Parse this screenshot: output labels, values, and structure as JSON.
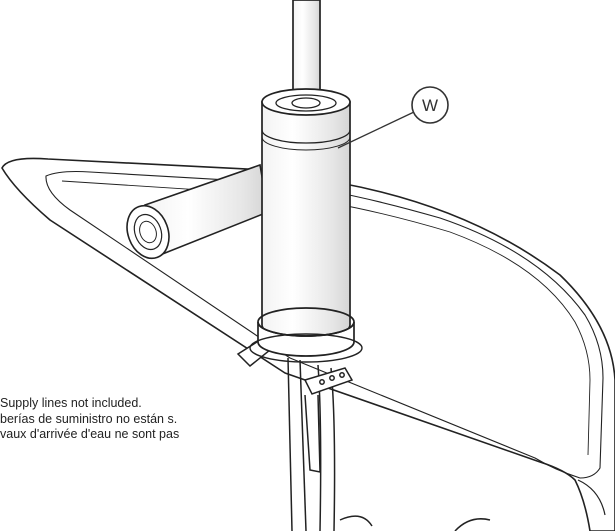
{
  "callout": {
    "letter": "W"
  },
  "notes": [
    "Supply lines not included.",
    "berías de suministro no están s.",
    "vaux d'arrivée d'eau ne sont pas"
  ]
}
